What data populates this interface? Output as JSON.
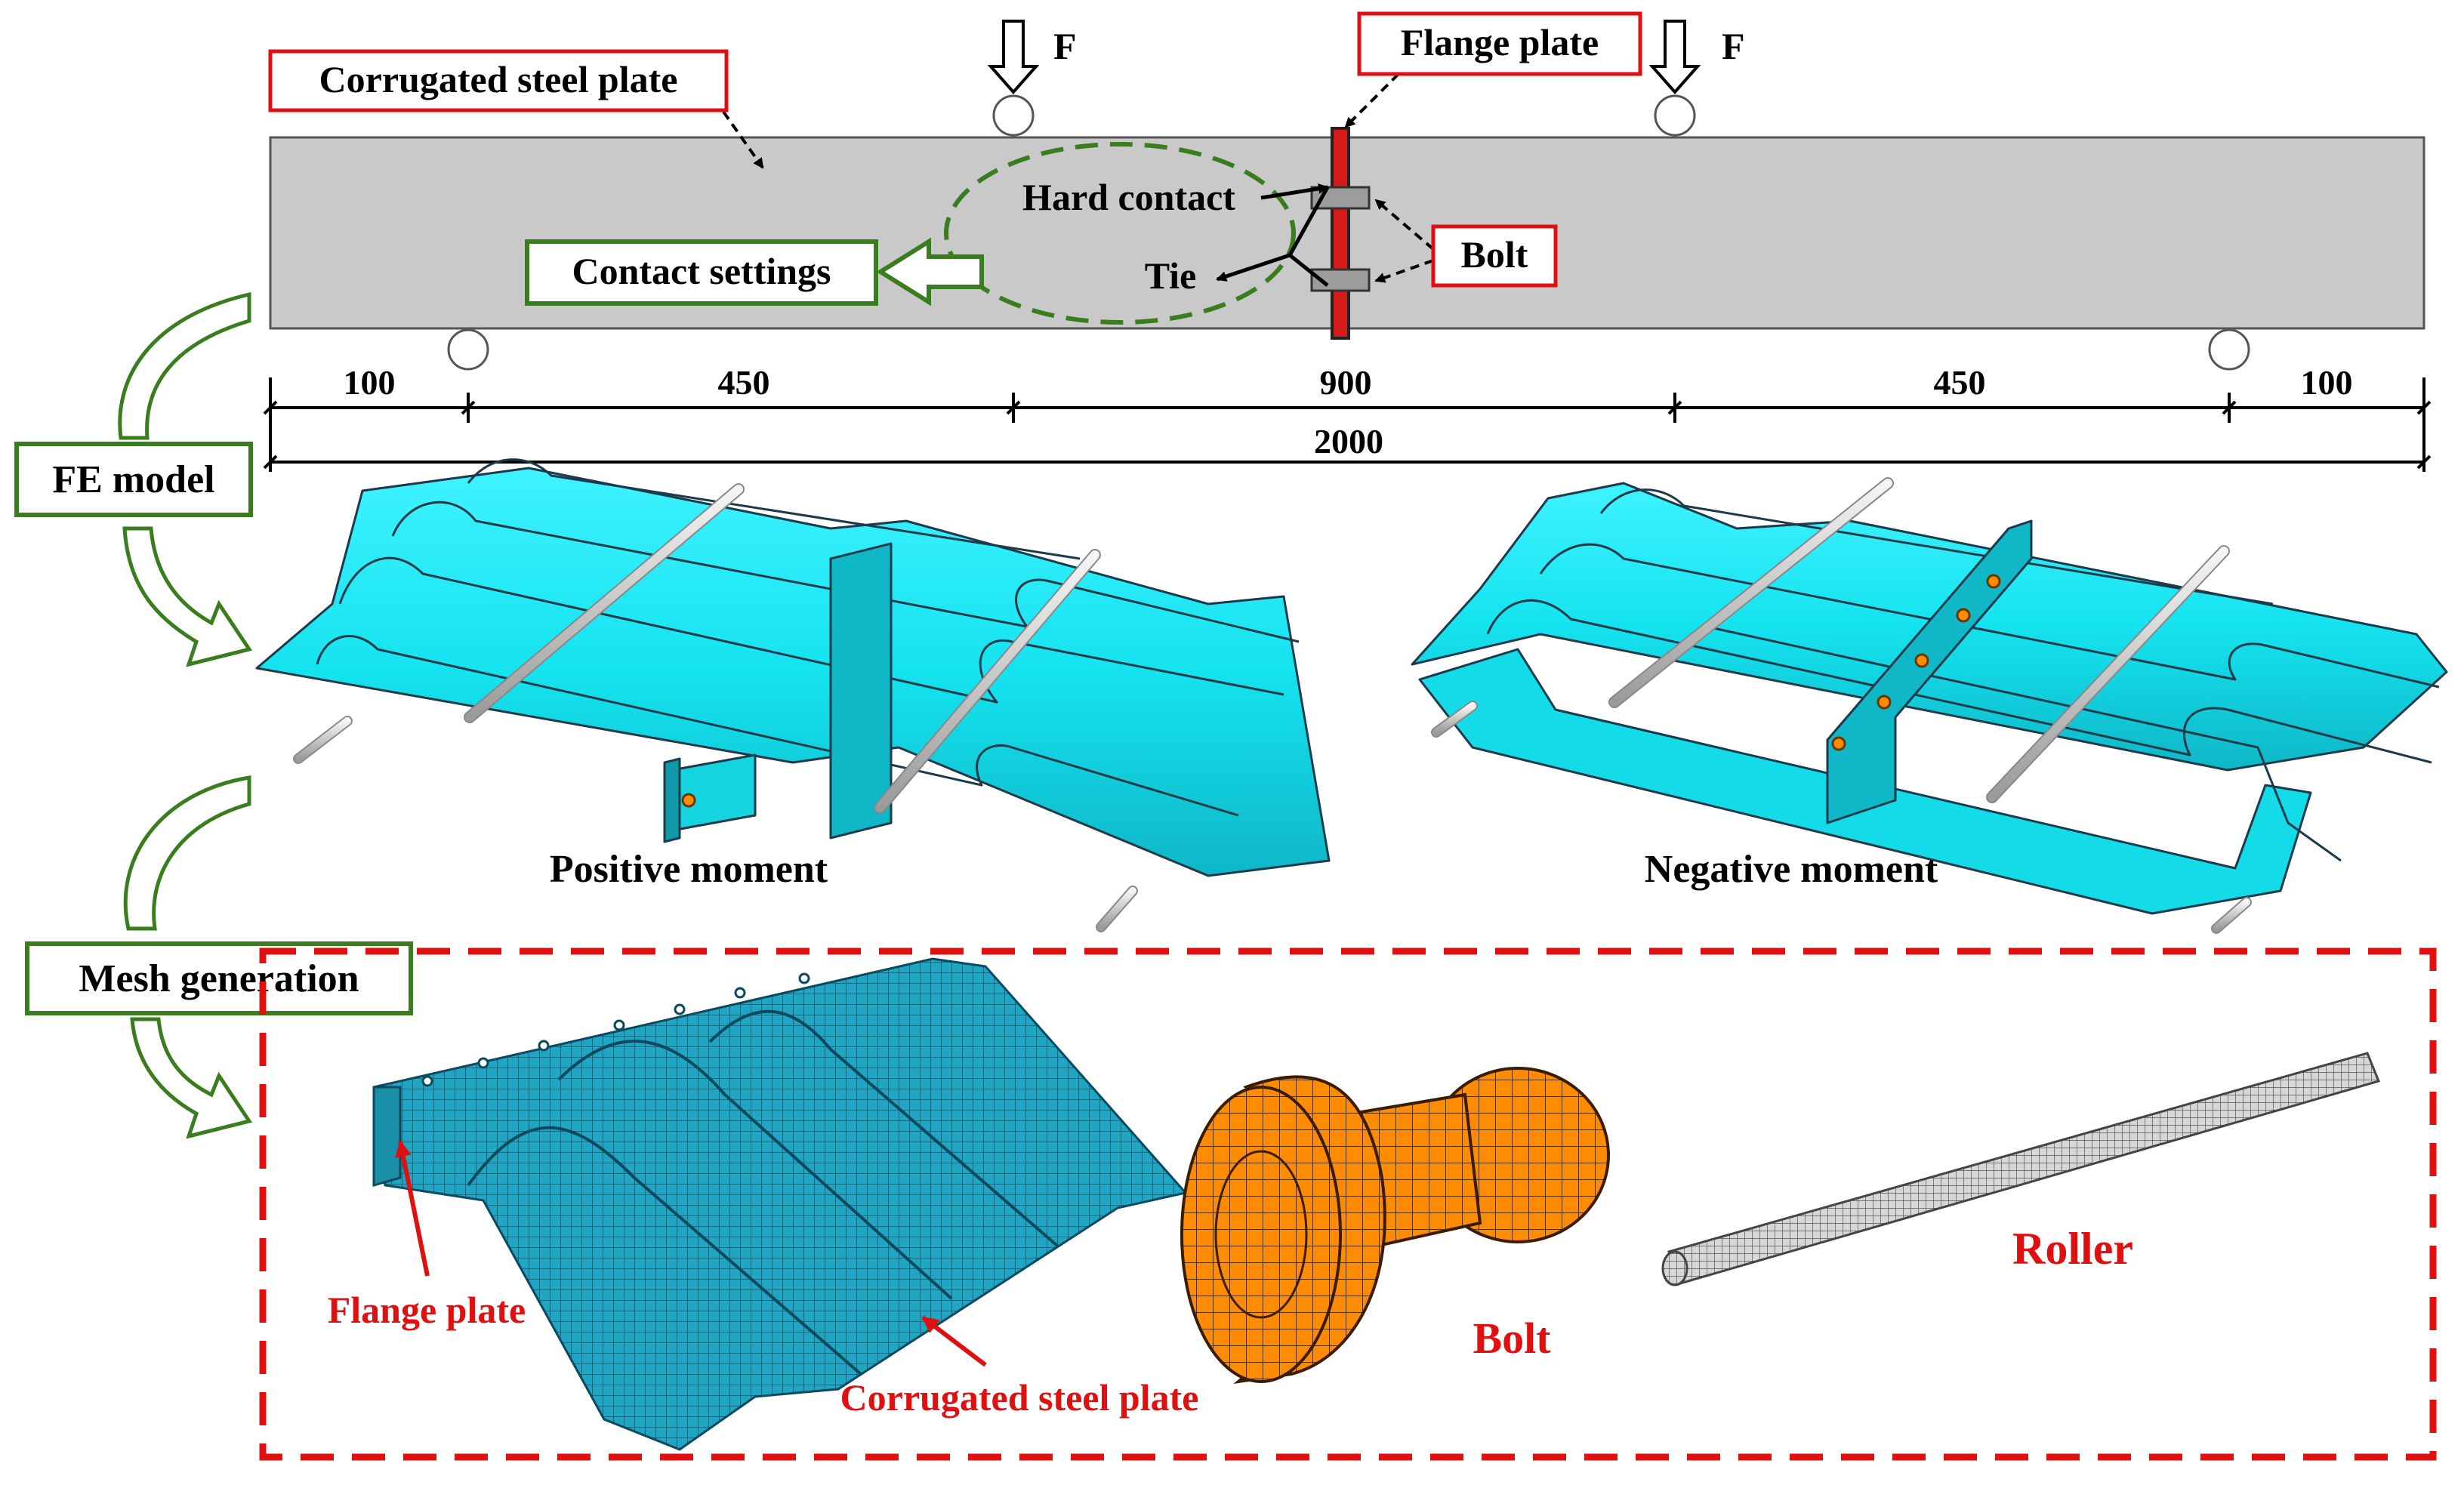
{
  "top_schematic": {
    "labels": {
      "corrugated_steel_plate": "Corrugated steel plate",
      "flange_plate": "Flange plate",
      "load_left": "F",
      "load_right": "F",
      "hard_contact": "Hard contact",
      "tie": "Tie",
      "bolt": "Bolt",
      "contact_settings": "Contact settings"
    },
    "dimensions": {
      "seg1": "100",
      "seg2": "450",
      "seg3": "900",
      "seg4": "450",
      "seg5": "100",
      "total": "2000"
    }
  },
  "process_steps": {
    "fe_model": "FE model",
    "mesh_generation": "Mesh generation"
  },
  "fe_models": {
    "positive": "Positive moment",
    "negative": "Negative moment"
  },
  "mesh": {
    "flange_plate": "Flange plate",
    "corrugated_steel_plate": "Corrugated steel plate",
    "bolt": "Bolt",
    "roller": "Roller"
  },
  "colors": {
    "box_red": "#e01010",
    "box_green": "#3a7d1e",
    "beam_gray": "#c9c9c9",
    "plate_cyan": "#19e6f0",
    "mesh_teal": "#1fa6c4",
    "bolt_orange": "#ff8c00",
    "dash_red": "#e01010",
    "dash_green": "#3a7d1e"
  }
}
